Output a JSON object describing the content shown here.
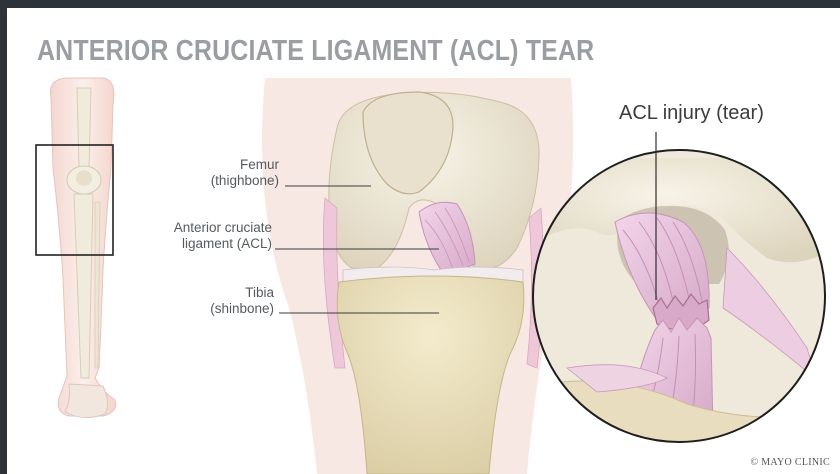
{
  "title": "ANTERIOR CRUCIATE LIGAMENT (ACL) TEAR",
  "labels": {
    "femur": [
      "Femur",
      "(thighbone)"
    ],
    "acl": [
      "Anterior cruciate",
      "ligament (ACL)"
    ],
    "tibia": [
      "Tibia",
      "(shinbone)"
    ]
  },
  "callout": "ACL injury (tear)",
  "credit": "© MAYO CLINIC",
  "colors": {
    "title": "#9a9ea2",
    "bone": "#efe8d6",
    "tibia": "#ece2bf",
    "ligament": "#e9c5dd",
    "skin": "#f7e4df",
    "frame": "#2e3338"
  }
}
